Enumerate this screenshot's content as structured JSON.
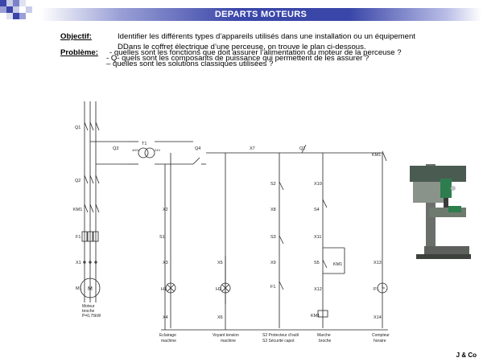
{
  "header": {
    "title": "DEPARTS MOTEURS"
  },
  "objectif": {
    "label": "Objectif:",
    "text": "Identifier les différents types d’appareils utilisés dans une installation ou un équipement"
  },
  "probleme": {
    "label": "Problème:",
    "context": "DDans le coffret électrique d’une perceuse, on trouve le plan ci-dessous.",
    "questions": [
      "-  quelles sont les fonctions que doit assurer l’alimentation du moteur de la perceuse ?",
      "-    Q- quels sont les composants de puissance qui permettent de les assurer ?",
      "– quelles sont les solutions classiques utilisées ?"
    ]
  },
  "schema": {
    "labels": {
      "q1": "Q1",
      "q2": "Q2",
      "km1": "KM1",
      "f1": "F1",
      "x1": "X1",
      "m1": "M1",
      "q3": "Q3",
      "t1": "T1",
      "q4": "Q4",
      "x7": "X7",
      "q2b": "Q2",
      "km1b": "KM1",
      "t1_in": "400V",
      "t1_out": "24V",
      "x2": "X2",
      "s1": "S1",
      "x3": "X3",
      "h1": "H1",
      "x4": "X4",
      "x5": "X5",
      "h2": "H2",
      "x6": "X6",
      "s2": "S2",
      "x8": "X8",
      "s3": "S3",
      "x9": "X9",
      "f1b": "F1",
      "x10": "X10",
      "s4": "S4",
      "x11": "X11",
      "s5": "S5",
      "x12": "X12",
      "km1c": "KM1",
      "km1d": "KM1",
      "x13": "X13",
      "p1": "P1",
      "x14": "X14"
    },
    "motor_caption": [
      "Moteur",
      "broche",
      "P=0,75kW"
    ],
    "captions": [
      [
        "Eclairage",
        "machine"
      ],
      [
        "Voyant tension",
        "machine"
      ],
      [
        "S2 Protecteur d’outil",
        "S3 Sécurité capot"
      ],
      [
        "Marche",
        "broche"
      ],
      [
        "Compteur",
        "horaire"
      ]
    ]
  },
  "footer": {
    "credit": "J & Co"
  }
}
